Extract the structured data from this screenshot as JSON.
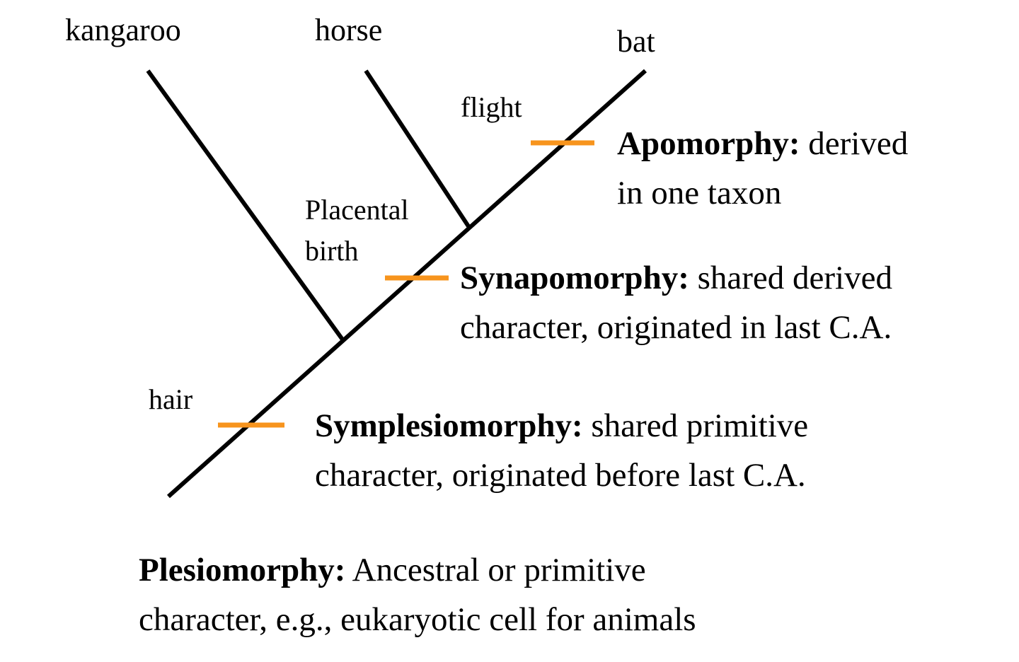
{
  "taxa": {
    "kangaroo": "kangaroo",
    "horse": "horse",
    "bat": "bat"
  },
  "traits": {
    "flight": "flight",
    "placental_line1": "Placental",
    "placental_line2": "birth",
    "hair": "hair"
  },
  "definitions": {
    "apomorphy": {
      "term": "Apomorphy:",
      "line1_rest": " derived",
      "line2": "in one taxon"
    },
    "synapomorphy": {
      "term": "Synapomorphy:",
      "line1_rest": " shared derived",
      "line2": "character, originated in last C.A."
    },
    "symplesiomorphy": {
      "term": "Symplesiomorphy:",
      "line1_rest": " shared primitive",
      "line2": "character, originated before last C.A."
    },
    "plesiomorphy": {
      "term": "Plesiomorphy:",
      "line1_rest": " Ancestral or primitive",
      "line2": "character, e.g., eukaryotic cell for animals"
    }
  },
  "colors": {
    "branch": "#000000",
    "marker": "#F7941D"
  }
}
